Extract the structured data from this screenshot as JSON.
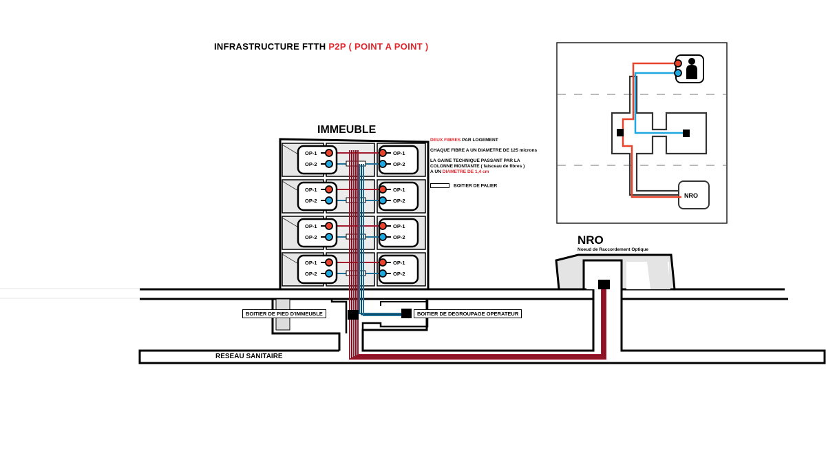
{
  "title": {
    "prefix": "INFRASTRUCTURE FTTH",
    "highlight": "P2P ( POINT A POINT )"
  },
  "building": {
    "label": "IMMEUBLE",
    "floors": 4,
    "units_per_floor": 2,
    "ports": [
      "OP-1",
      "OP-2"
    ]
  },
  "notes": {
    "line1_highlight": "DEUX FIBRES",
    "line1_rest": " PAR LOGEMENT",
    "line2": "CHAQUE FIBRE A UN DIAMETRE DE 125 microns",
    "line3a": "LA GAINE TECHNIQUE PASSANT PAR LA",
    "line3b": "COLONNE MONTANTE ( faisceau de fibres )",
    "line3c_prefix": "A UN ",
    "line3c_highlight": "DIAMETRE DE 1,4 cm",
    "legend_label": "BOITIER DE PALIER"
  },
  "labels": {
    "pied_immeuble": "BOITIER DE PIED D'IMMEUBLE",
    "degroupage": "BOITIER DE DEGROUPAGE OPERATEUR",
    "reseau": "RESEAU SANITAIRE"
  },
  "nro": {
    "title": "NRO",
    "subtitle": "Noeud de Raccordement Optique"
  },
  "inset": {
    "nro_label": "NRO",
    "user_icon": "person-icon"
  },
  "colors": {
    "fiber_red": "#e8442b",
    "fiber_blue": "#1fa8e0",
    "bundle_red": "#a3192e",
    "bundle_blue": "#1f6f96",
    "highlight_text": "#e3242b"
  }
}
